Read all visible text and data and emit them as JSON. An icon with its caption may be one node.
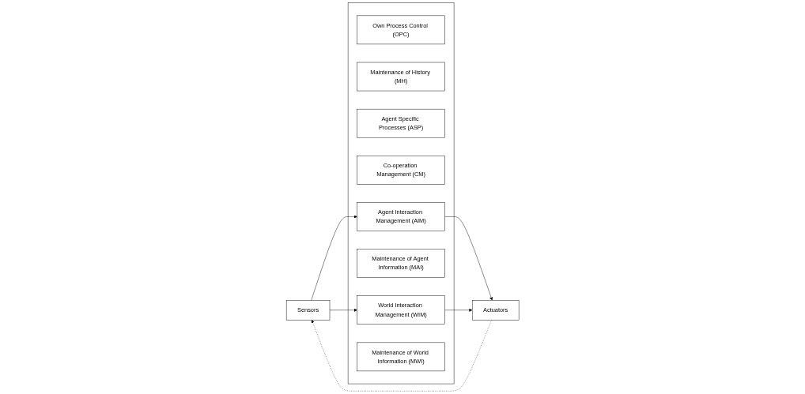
{
  "diagram": {
    "nodes": [
      {
        "text": [
          "Sensors"
        ]
      },
      {
        "text": [],
        "shape": "box"
      },
      {
        "text": [
          "Own Process Control (OPC)"
        ],
        "in": 1
      },
      {
        "text": [
          "Maintenance of History (MH)"
        ],
        "in": 1
      },
      {
        "text": [
          "Agent Specific Processes (ASP)"
        ],
        "in": 1
      },
      {
        "text": [
          "Co-operation Management (CM)"
        ],
        "in": 1
      },
      {
        "text": [
          "Agent Interaction Management (AIM)"
        ],
        "in": 1
      },
      {
        "text": [
          "Maintenance of Agent Information (MAI)"
        ],
        "in": 1
      },
      {
        "text": [
          "World Interaction Management (WIM)"
        ],
        "in": 1
      },
      {
        "text": [
          "Maintenance of World Information (MWI)"
        ],
        "in": 1
      },
      {
        "text": [
          "Actuators"
        ]
      }
    ],
    "edges": [
      {
        "from": 0,
        "to": 6,
        "arrow": "to"
      },
      {
        "from": 0,
        "to": 8,
        "arrow": "to"
      },
      {
        "from": 6,
        "to": 10,
        "arrow": "to"
      },
      {
        "from": 8,
        "to": 10,
        "arrow": "to"
      },
      {
        "from": 10,
        "to": 0,
        "arrow": "to",
        "style": "dashed"
      }
    ]
  }
}
